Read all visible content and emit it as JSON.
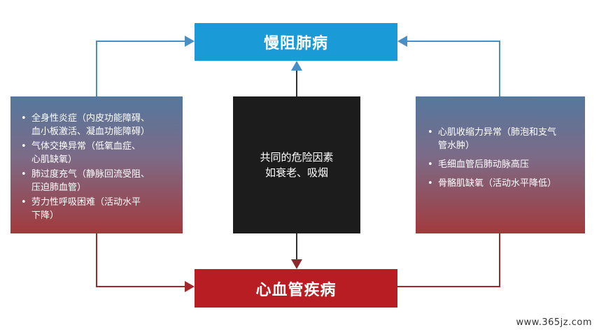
{
  "nodes": {
    "top": "慢阻肺病",
    "bottom": "心血管疾病",
    "center_lines": [
      "共同的危险因素",
      "如衰老、吸烟"
    ]
  },
  "left_list": [
    [
      "全身性炎症（内皮功能障碍、",
      "血小板激活、凝血功能障碍）"
    ],
    [
      "气体交换异常（低氧血症、",
      "心肌缺氧）"
    ],
    [
      "肺过度充气（静脉回流受阻、",
      "压迫肺血管）"
    ],
    [
      "劳力性呼吸困难（活动水平",
      "下降）"
    ]
  ],
  "right_list": [
    [
      "心肌收缩力异常（肺泡和支气",
      "管水肿）"
    ],
    [
      "毛细血管后肺动脉高压"
    ],
    [
      "骨骼肌缺氧（活动水平降低）"
    ]
  ],
  "watermark": "www.365jz.com",
  "colors": {
    "top": "#1a9ad6",
    "bottom": "#b81d23",
    "center": "#1c1c1c",
    "connector_blue": "#4a8fc4",
    "connector_red": "#a3282c"
  }
}
